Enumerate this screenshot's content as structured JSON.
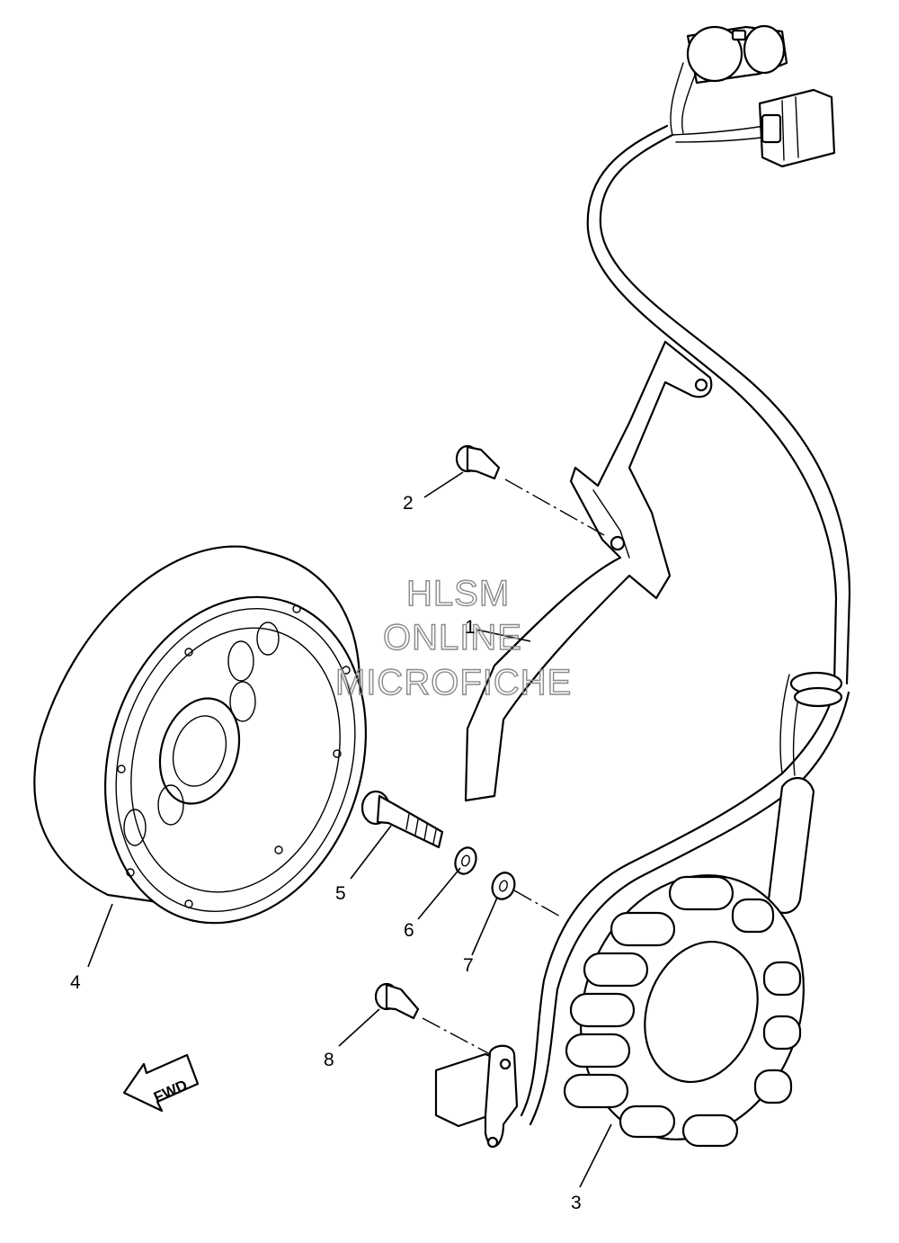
{
  "callouts": {
    "c1": "1",
    "c2": "2",
    "c3": "3",
    "c4": "4",
    "c5": "5",
    "c6": "6",
    "c7": "7",
    "c8": "8"
  },
  "watermark": {
    "line1": "HLSM",
    "line2": "ONLINE",
    "line3": "MICROFICHE"
  },
  "direction_label": "FWD"
}
